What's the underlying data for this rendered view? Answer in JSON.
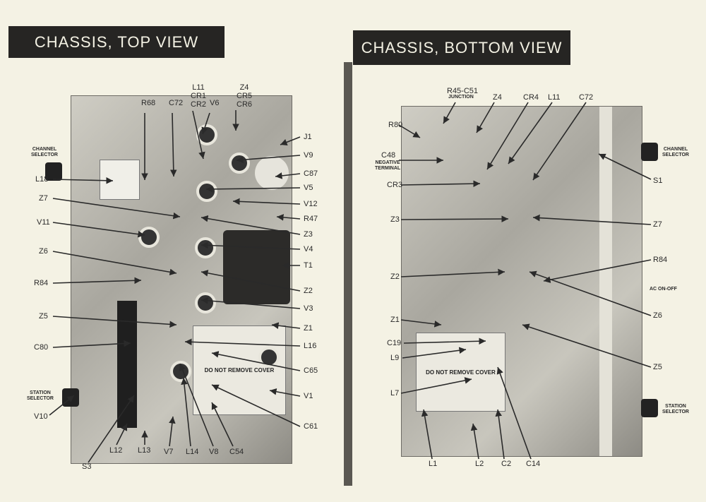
{
  "titles": {
    "left": "CHASSIS, TOP VIEW",
    "right": "CHASSIS, BOTTOM VIEW"
  },
  "top_view": {
    "cover_text": "DO NOT REMOVE COVER",
    "labels": [
      "R68",
      "C72",
      "L11\nCR1\nCR2",
      "V6",
      "Z4\nCR5\nCR6",
      "J1",
      "V9",
      "C87",
      "V5",
      "V12",
      "R47",
      "Z3",
      "V4",
      "T1",
      "Z2",
      "V3",
      "Z1",
      "L16",
      "C65",
      "V1",
      "C61",
      "L18",
      "Z7",
      "V11",
      "Z6",
      "R84",
      "Z5",
      "C80",
      "V10",
      "S3",
      "L12",
      "L13",
      "V7",
      "L14",
      "V8",
      "C54"
    ],
    "small_labels": [
      "CHANNEL\nSELECTOR",
      "STATION\nSELECTOR"
    ]
  },
  "bottom_view": {
    "cover_text": "DO NOT REMOVE COVER",
    "labels": [
      "R45-C51",
      "Z4",
      "CR4",
      "L11",
      "C72",
      "R80",
      "C48",
      "CR3",
      "S1",
      "Z3",
      "Z7",
      "R84",
      "Z2",
      "Z6",
      "Z1",
      "C19",
      "L9",
      "Z5",
      "L7",
      "L1",
      "L2",
      "C2",
      "C14"
    ],
    "small_labels": [
      "JUNCTION",
      "NEGATIVE\nTERMINAL",
      "CHANNEL\nSELECTOR",
      "AC ON-OFF",
      "STATION\nSELECTOR"
    ]
  }
}
